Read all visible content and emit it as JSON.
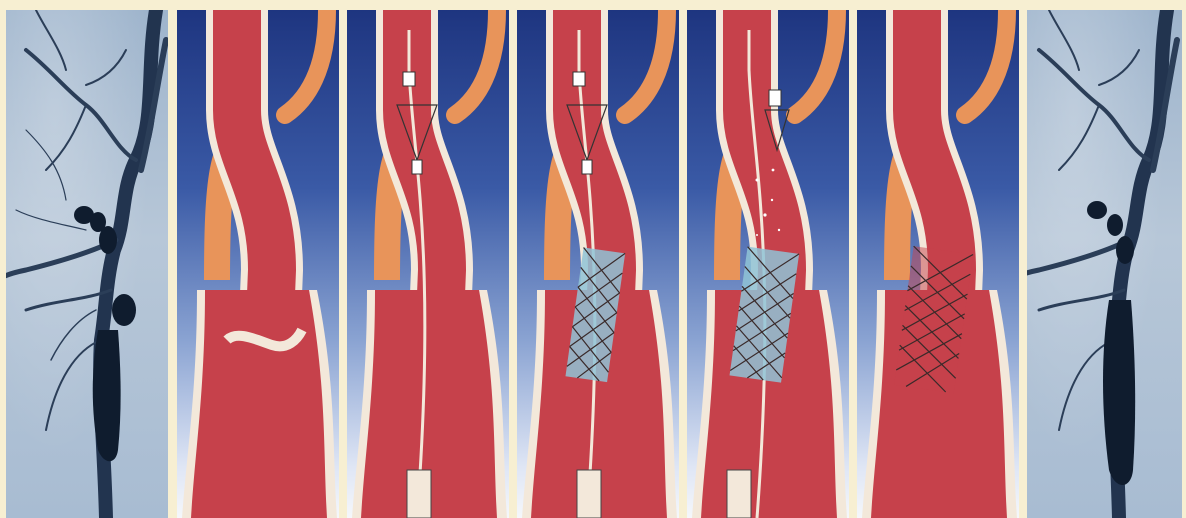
{
  "figure": {
    "panels": [
      {
        "id": "angiogram-before",
        "kind": "angiogram"
      },
      {
        "id": "step-1",
        "kind": "illustration",
        "stage": "stenosis"
      },
      {
        "id": "step-2",
        "kind": "illustration",
        "stage": "guidewire-and-filter"
      },
      {
        "id": "step-3",
        "kind": "illustration",
        "stage": "stent-delivery"
      },
      {
        "id": "step-4",
        "kind": "illustration",
        "stage": "stent-deployed-filter-capture"
      },
      {
        "id": "step-5",
        "kind": "illustration",
        "stage": "final-stent"
      },
      {
        "id": "angiogram-after",
        "kind": "angiogram"
      }
    ],
    "colors": {
      "background": "#f7efd2",
      "vessel": "#c6414b",
      "vessel_wall": "#f3e8da",
      "external_artery": "#e8945a",
      "stent_mesh": "#3a2a2a",
      "stent_fill": "#8fc3d6",
      "angio_vessel": "#1a2a40"
    }
  }
}
